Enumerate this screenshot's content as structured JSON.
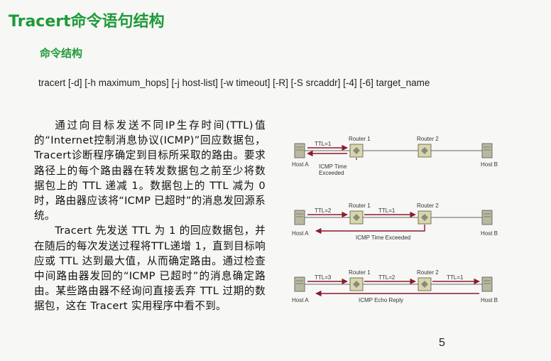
{
  "slide": {
    "title": "Tracert命令语句结构",
    "subtitle": "命令结构",
    "syntax": "tracert [-d] [-h maximum_hops] [-j host-list] [-w timeout] [-R] [-S srcaddr] [-4] [-6] target_name",
    "paragraphs": [
      "通过向目标发送不同IP生存时间(TTL)值的“Internet控制消息协议(ICMP)”回应数据包，Tracert诊断程序确定到目标所采取的路由。要求路径上的每个路由器在转发数据包之前至少将数据包上的 TTL 递减 1。数据包上的 TTL 减为 0 时，路由器应该将“ICMP 已超时”的消息发回源系统。",
      "Tracert 先发送 TTL 为 1 的回应数据包，并在随后的每次发送过程将TTL递增 1，直到目标响应或 TTL 达到最大值，从而确定路由。通过检查中间路由器发回的“ICMP 已超时”的消息确定路由。某些路由器不经询问直接丢弃 TTL 过期的数据包，这在 Tracert 实用程序中看不到。"
    ],
    "page_number": "5"
  },
  "diagram": {
    "labels": {
      "host_a": "Host A",
      "host_b": "Host B",
      "router1": "Router 1",
      "router2": "Router 2"
    },
    "rows": [
      {
        "ttl_labels": [
          "TTL=1"
        ],
        "reply": "ICMP Time Exceeded"
      },
      {
        "ttl_labels": [
          "TTL=2",
          "TTL=1"
        ],
        "reply": "ICMP Time Exceeded"
      },
      {
        "ttl_labels": [
          "TTL=3",
          "TTL=2",
          "TTL=1"
        ],
        "reply": "ICMP Echo Reply"
      }
    ],
    "colors": {
      "arrow": "#8b1a2b",
      "line": "#666666",
      "router": "#d9d7a6",
      "host": "#b9b9a0"
    }
  }
}
